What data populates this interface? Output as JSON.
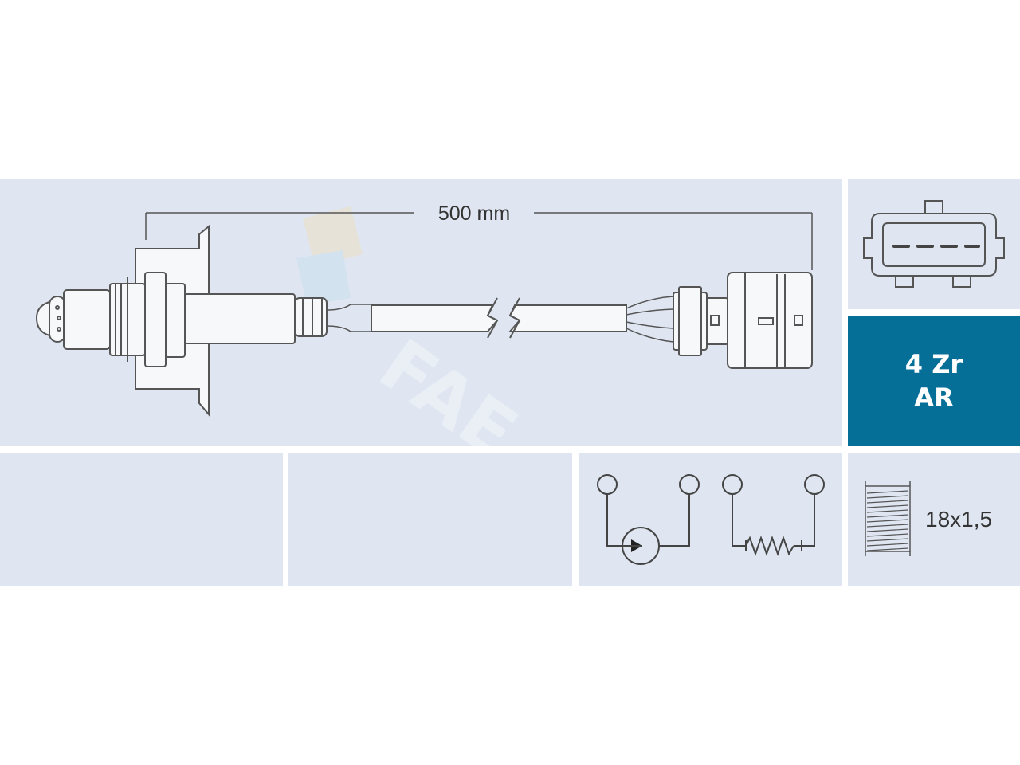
{
  "dimension": {
    "cable_length": "500 mm"
  },
  "technology": {
    "line1": "4 Zr",
    "line2": "AR"
  },
  "thread": {
    "size": "18x1,5"
  },
  "colors": {
    "panel": "#dfe6f1",
    "accent": "#066f97",
    "line": "#555555"
  },
  "icons": {
    "sensor": "oxygen-sensor-drawing",
    "connector": "four-pin-connector-icon",
    "wiring": "sensor-heater-circuit-icon",
    "thread": "thread-icon"
  }
}
